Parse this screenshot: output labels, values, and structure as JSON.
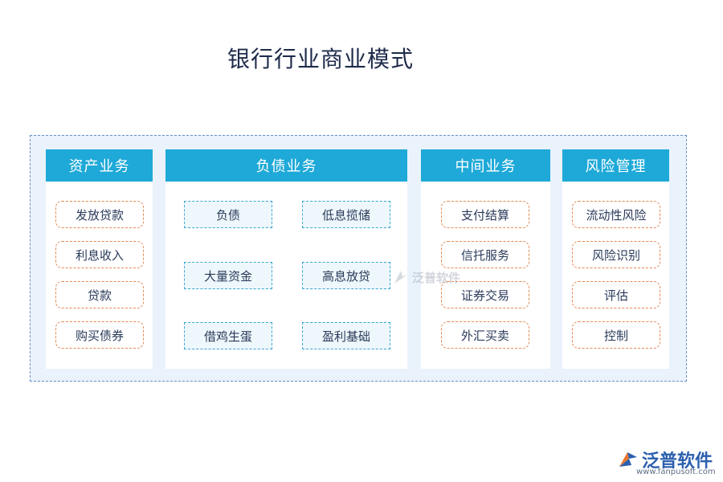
{
  "title": "银行行业商业模式",
  "columns": [
    {
      "heading": "资产业务",
      "items": [
        "发放贷款",
        "利息收入",
        "贷款",
        "购买债券"
      ]
    },
    {
      "heading": "负债业务",
      "items": [
        "负债",
        "低息揽储",
        "大量资金",
        "高息放贷",
        "借鸡生蛋",
        "盈利基础"
      ]
    },
    {
      "heading": "中间业务",
      "items": [
        "支付结算",
        "信托服务",
        "证券交易",
        "外汇买卖"
      ]
    },
    {
      "heading": "风险管理",
      "items": [
        "流动性风险",
        "风险识别",
        "评估",
        "控制"
      ]
    }
  ],
  "watermark": {
    "brand": "泛普软件",
    "icon": "fanpu-logo-icon"
  },
  "logo": {
    "brand": "泛普软件",
    "url": "www.fanpusoft.com",
    "icon": "fanpu-logo-icon"
  },
  "colors": {
    "header": "#1ea9d8",
    "pill_border": "#e48a52",
    "box_border": "#3aa6d3",
    "frame_border": "#6a90c4",
    "frame_bg": "#eaf3fb"
  }
}
